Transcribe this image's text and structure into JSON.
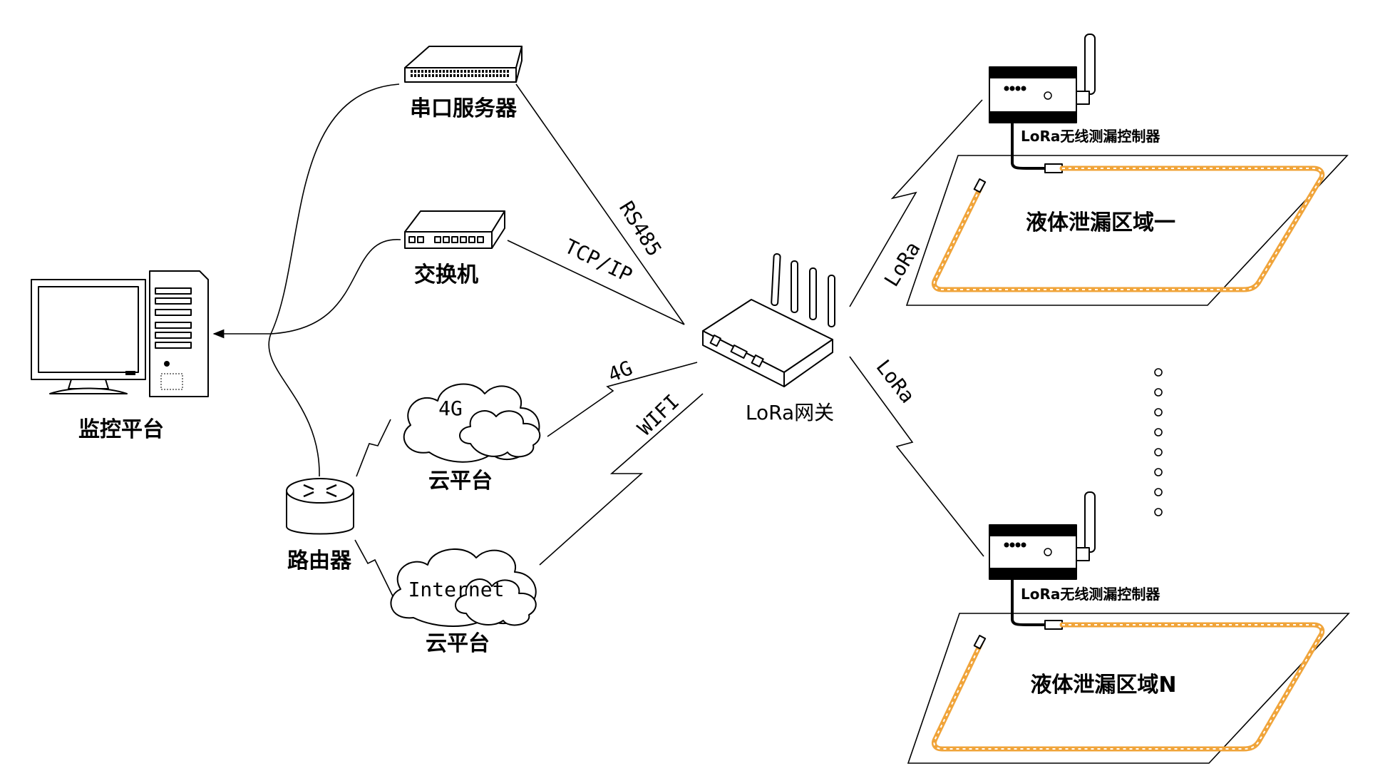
{
  "nodes": {
    "monitor_platform": "监控平台",
    "serial_server": "串口服务器",
    "switch": "交换机",
    "cloud_4g_text": "4G",
    "cloud_4g_label": "云平台",
    "cloud_internet_text": "Internet",
    "cloud_internet_label": "云平台",
    "router": "路由器",
    "lora_gateway": "LoRa网关",
    "controller_1": "LoRa无线测漏控制器",
    "controller_n": "LoRa无线测漏控制器",
    "zone_1": "液体泄漏区域一",
    "zone_n": "液体泄漏区域N"
  },
  "links": {
    "rs485": "RS485",
    "tcpip": "TCP/IP",
    "g4": "4G",
    "wifi": "WIFI",
    "lora_upper": "LoRa",
    "lora_lower": "LoRa"
  },
  "colors": {
    "sensing_cable": "#f0a43a",
    "line": "#000000"
  },
  "ellipsis_dots": 8
}
